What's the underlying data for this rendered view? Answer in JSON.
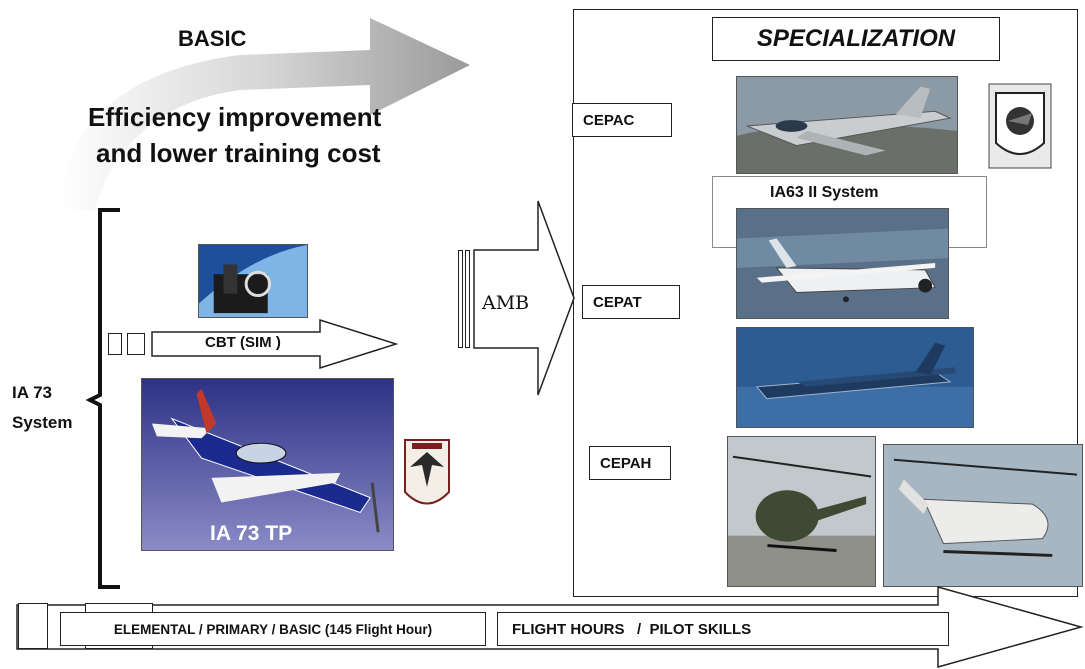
{
  "basic_arrow": {
    "label": "BASIC",
    "line1": "Efficiency improvement",
    "line2": "and lower training cost"
  },
  "specialization": {
    "title": "SPECIALIZATION",
    "system_label": "IA63 II System",
    "centers": [
      "CEPAC",
      "CEPAT",
      "CEPAH"
    ]
  },
  "ia73": {
    "bracket_label_line1": "IA 73",
    "bracket_label_line2": "System",
    "cbt_label": "CBT (SIM )",
    "aircraft_label": "IA 73 TP"
  },
  "amb_label": "AMB",
  "bottom_arrow": {
    "stage_label": "ELEMENTAL / PRIMARY / BASIC (145 Flight Hour)",
    "skills_label": "FLIGHT HOURS   /  PILOT SKILLS"
  },
  "icons": [
    "jet-photo",
    "transport-plane-photo",
    "turboprop-photo",
    "helicopter-photo",
    "utility-helicopter-photo",
    "cockpit-sim-photo",
    "ia73-render",
    "squadron-badge-icon",
    "eagle-badge-icon"
  ],
  "colors": {
    "sky": "#9fb6c9",
    "ocean": "#3a5f8a",
    "render_bg": "#3c3f8f",
    "arrow_grey": "#bdbdbd"
  }
}
